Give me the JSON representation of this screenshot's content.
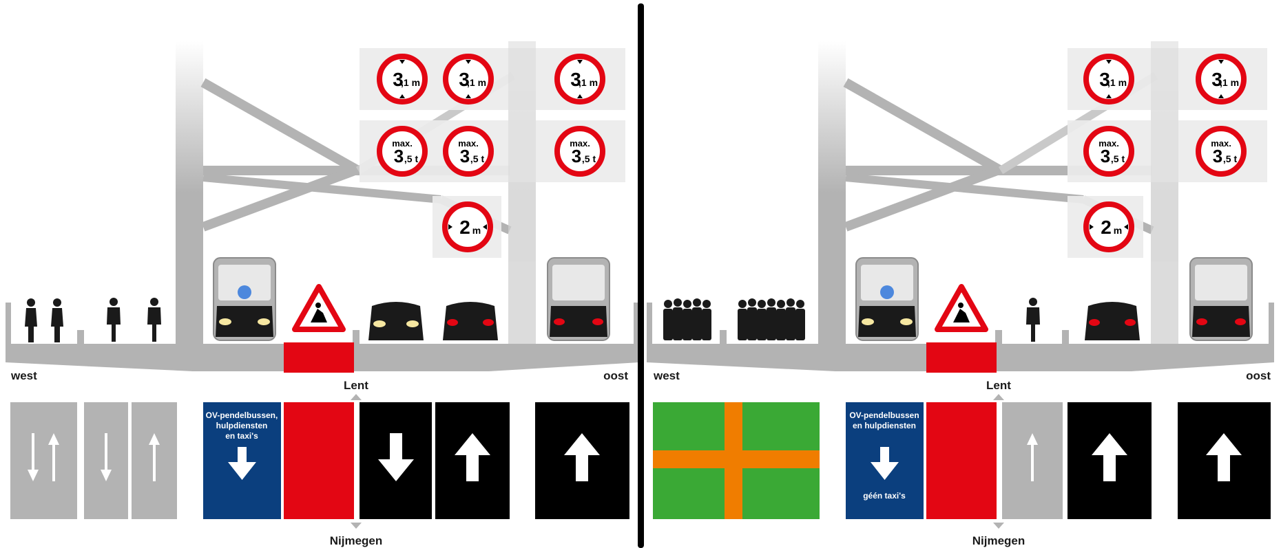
{
  "colors": {
    "structure": "#b3b3b3",
    "sign_panel": "#ececec",
    "sign_red": "#e30613",
    "lane_black": "#000000",
    "lane_grey": "#b3b3b3",
    "lane_blue": "#0b3f7e",
    "lane_red": "#e30613",
    "closed_green": "#3aa935",
    "closed_orange": "#f07d00",
    "divider": "#000000"
  },
  "signs": {
    "height_top": "3",
    "height_sub": ",1 m",
    "weight_top": "max.",
    "weight_main": "3",
    "weight_sub": ",5 t",
    "width_main": "2",
    "width_sub": "m"
  },
  "left": {
    "west_label": "west",
    "east_label": "oost",
    "north_label": "Lent",
    "south_label": "Nijmegen",
    "deck_users": [
      "pedestrian",
      "pedestrian",
      "cyclist",
      "cyclist",
      "bus-with-car-blue-light",
      "roadwork-sign",
      "car-front",
      "car-rear",
      "bus-with-car-rear"
    ],
    "lanes": [
      {
        "kind": "grey",
        "arrows": [
          "down",
          "up"
        ]
      },
      {
        "kind": "grey",
        "arrows": [
          "down"
        ]
      },
      {
        "kind": "grey",
        "arrows": [
          "up"
        ]
      },
      {
        "kind": "blue",
        "text_lines": [
          "OV-pendelbussen,",
          "hulpdiensten",
          "en taxi's"
        ],
        "arrows": [
          "down"
        ]
      },
      {
        "kind": "red",
        "arrows": []
      },
      {
        "kind": "black",
        "arrows": [
          "down"
        ]
      },
      {
        "kind": "black",
        "arrows": [
          "up"
        ]
      },
      {
        "kind": "black",
        "arrows": [
          "up"
        ]
      }
    ]
  },
  "right": {
    "west_label": "west",
    "east_label": "oost",
    "north_label": "Lent",
    "south_label": "Nijmegen",
    "deck_users": [
      "pedestrian-crowd",
      "pedestrian-crowd",
      "bus-with-car-blue-light",
      "roadwork-sign",
      "cyclist",
      "car-rear",
      "bus-with-car-rear"
    ],
    "lanes": [
      {
        "kind": "closed",
        "arrows": []
      },
      {
        "kind": "blue",
        "text_lines": [
          "OV-pendelbussen",
          "en hulpdiensten"
        ],
        "footer": "géén taxi's",
        "arrows": [
          "down"
        ]
      },
      {
        "kind": "red",
        "arrows": []
      },
      {
        "kind": "grey",
        "arrows": [
          "up"
        ]
      },
      {
        "kind": "black",
        "arrows": [
          "up"
        ]
      },
      {
        "kind": "black",
        "arrows": [
          "up"
        ]
      }
    ]
  }
}
